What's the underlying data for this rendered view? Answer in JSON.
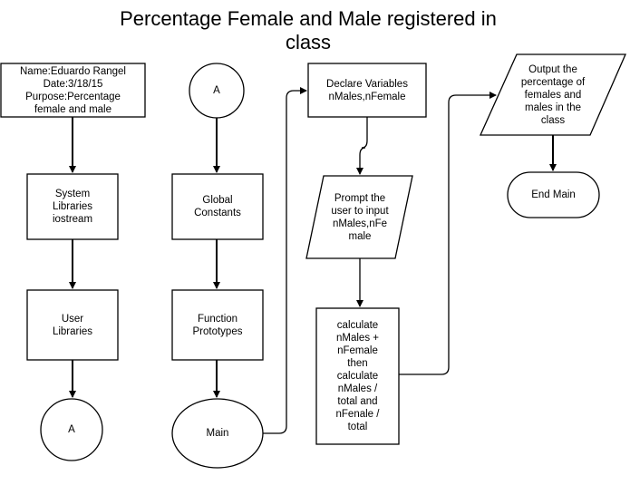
{
  "title": "Percentage Female and Male\nregistered in class",
  "nodes": {
    "header": "Name:Eduardo Rangel\nDate:3/18/15\nPurpose:Percentage\nfemale and male",
    "system_libraries": "System\nLibraries\niostream",
    "user_libraries": "User\nLibraries",
    "connector_a_bottom": "A",
    "connector_a_top": "A",
    "global_constants": "Global\nConstants",
    "function_prototypes": "Function\nPrototypes",
    "main": "Main",
    "declare_variables": "Declare Variables\nnMales,nFemale",
    "prompt_user": "Prompt the\nuser to input\nnMales,nFe\nmale",
    "calculate": "calculate\nnMales +\nnFemale\nthen\ncalculate\nnMales /\ntotal and\nnFenale /\ntotal",
    "output": "Output the\npercentage of\nfemales and\nmales in the\nclass",
    "end_main": "End Main"
  }
}
